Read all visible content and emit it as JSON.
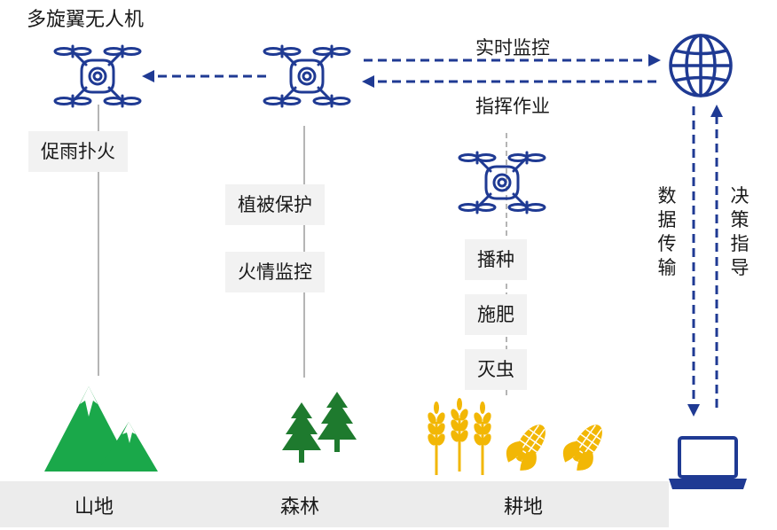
{
  "title": "多旋翼无人机",
  "flows": {
    "monitor": "实时监控",
    "command": "指挥作业",
    "transmit": "数据传输",
    "decision": "决策指导"
  },
  "columns": [
    {
      "id": "mountain",
      "ground": "山地",
      "tasks": [
        "促雨扑火"
      ]
    },
    {
      "id": "forest",
      "ground": "森林",
      "tasks": [
        "植被保护",
        "火情监控"
      ]
    },
    {
      "id": "farm",
      "ground": "耕地",
      "tasks": [
        "播种",
        "施肥",
        "灭虫"
      ]
    }
  ],
  "colors": {
    "drone": "#1f3a93",
    "arrow": "#1f3a93",
    "mountain": "#1aa84a",
    "tree": "#1e7a2e",
    "grain": "#f2b705",
    "line": "#b5b5b5",
    "tag_bg": "#f2f2f2"
  },
  "icons": [
    "drone-icon",
    "globe-icon",
    "laptop-icon",
    "mountain-icon",
    "tree-icon",
    "wheat-icon",
    "corn-icon"
  ]
}
